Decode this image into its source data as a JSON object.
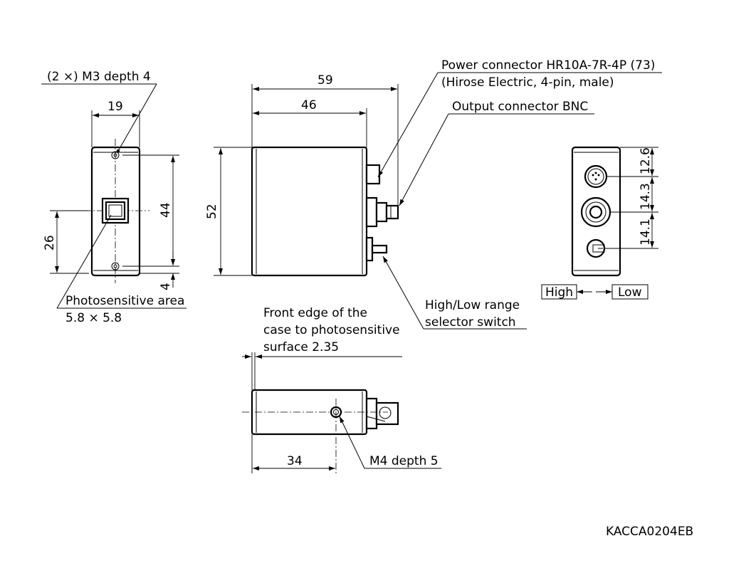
{
  "labels": {
    "screw_holes": "(2 ×) M3 depth 4",
    "power_connector_1": "Power connector HR10A-7R-4P (73)",
    "power_connector_2": "(Hirose Electric, 4-pin, male)",
    "output_connector": "Output connector BNC",
    "photosensitive_area_1": "Photosensitive area",
    "photosensitive_area_2": "5.8 × 5.8",
    "front_edge_1": "Front edge of the",
    "front_edge_2": "case to photosensitive",
    "front_edge_3": "surface 2.35",
    "range_switch_1": "High/Low range",
    "range_switch_2": "selector switch",
    "mount_hole": "M4 depth 5",
    "high": "High",
    "low": "Low",
    "drawing_code": "KACCA0204EB"
  },
  "dimensions": {
    "front_width": "19",
    "front_hole_pitch": "44",
    "front_area_height": "26",
    "front_hole_offset": "4",
    "side_length": "59",
    "side_inner_length": "46",
    "side_height": "52",
    "bottom_offset": "34",
    "rear_top": "12.6",
    "rear_mid": "14.3",
    "rear_low": "14.1"
  }
}
